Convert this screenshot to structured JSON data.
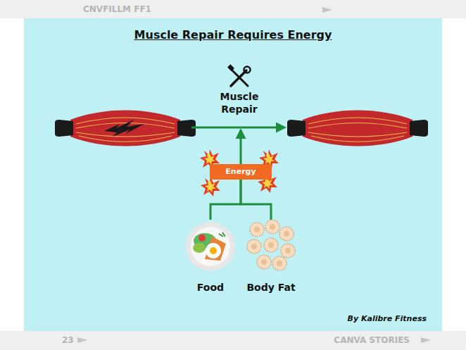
{
  "diagram": {
    "title": "Muscle Repair Requires Energy",
    "nodes": [
      {
        "text": [
          "Energy"
        ]
      },
      {
        "text": [
          "Food"
        ]
      },
      {
        "text": [
          "Body Fat"
        ]
      }
    ],
    "edges": [
      {
        "from": 1,
        "to": 0,
        "arrow": "none"
      },
      {
        "from": 2,
        "to": 0,
        "arrow": "none"
      }
    ],
    "labels": [
      "Muscle Repair",
      "By Kalibre Fitness",
      "CNVFILLM FF1",
      "23",
      "CANVA STORIES"
    ]
  }
}
